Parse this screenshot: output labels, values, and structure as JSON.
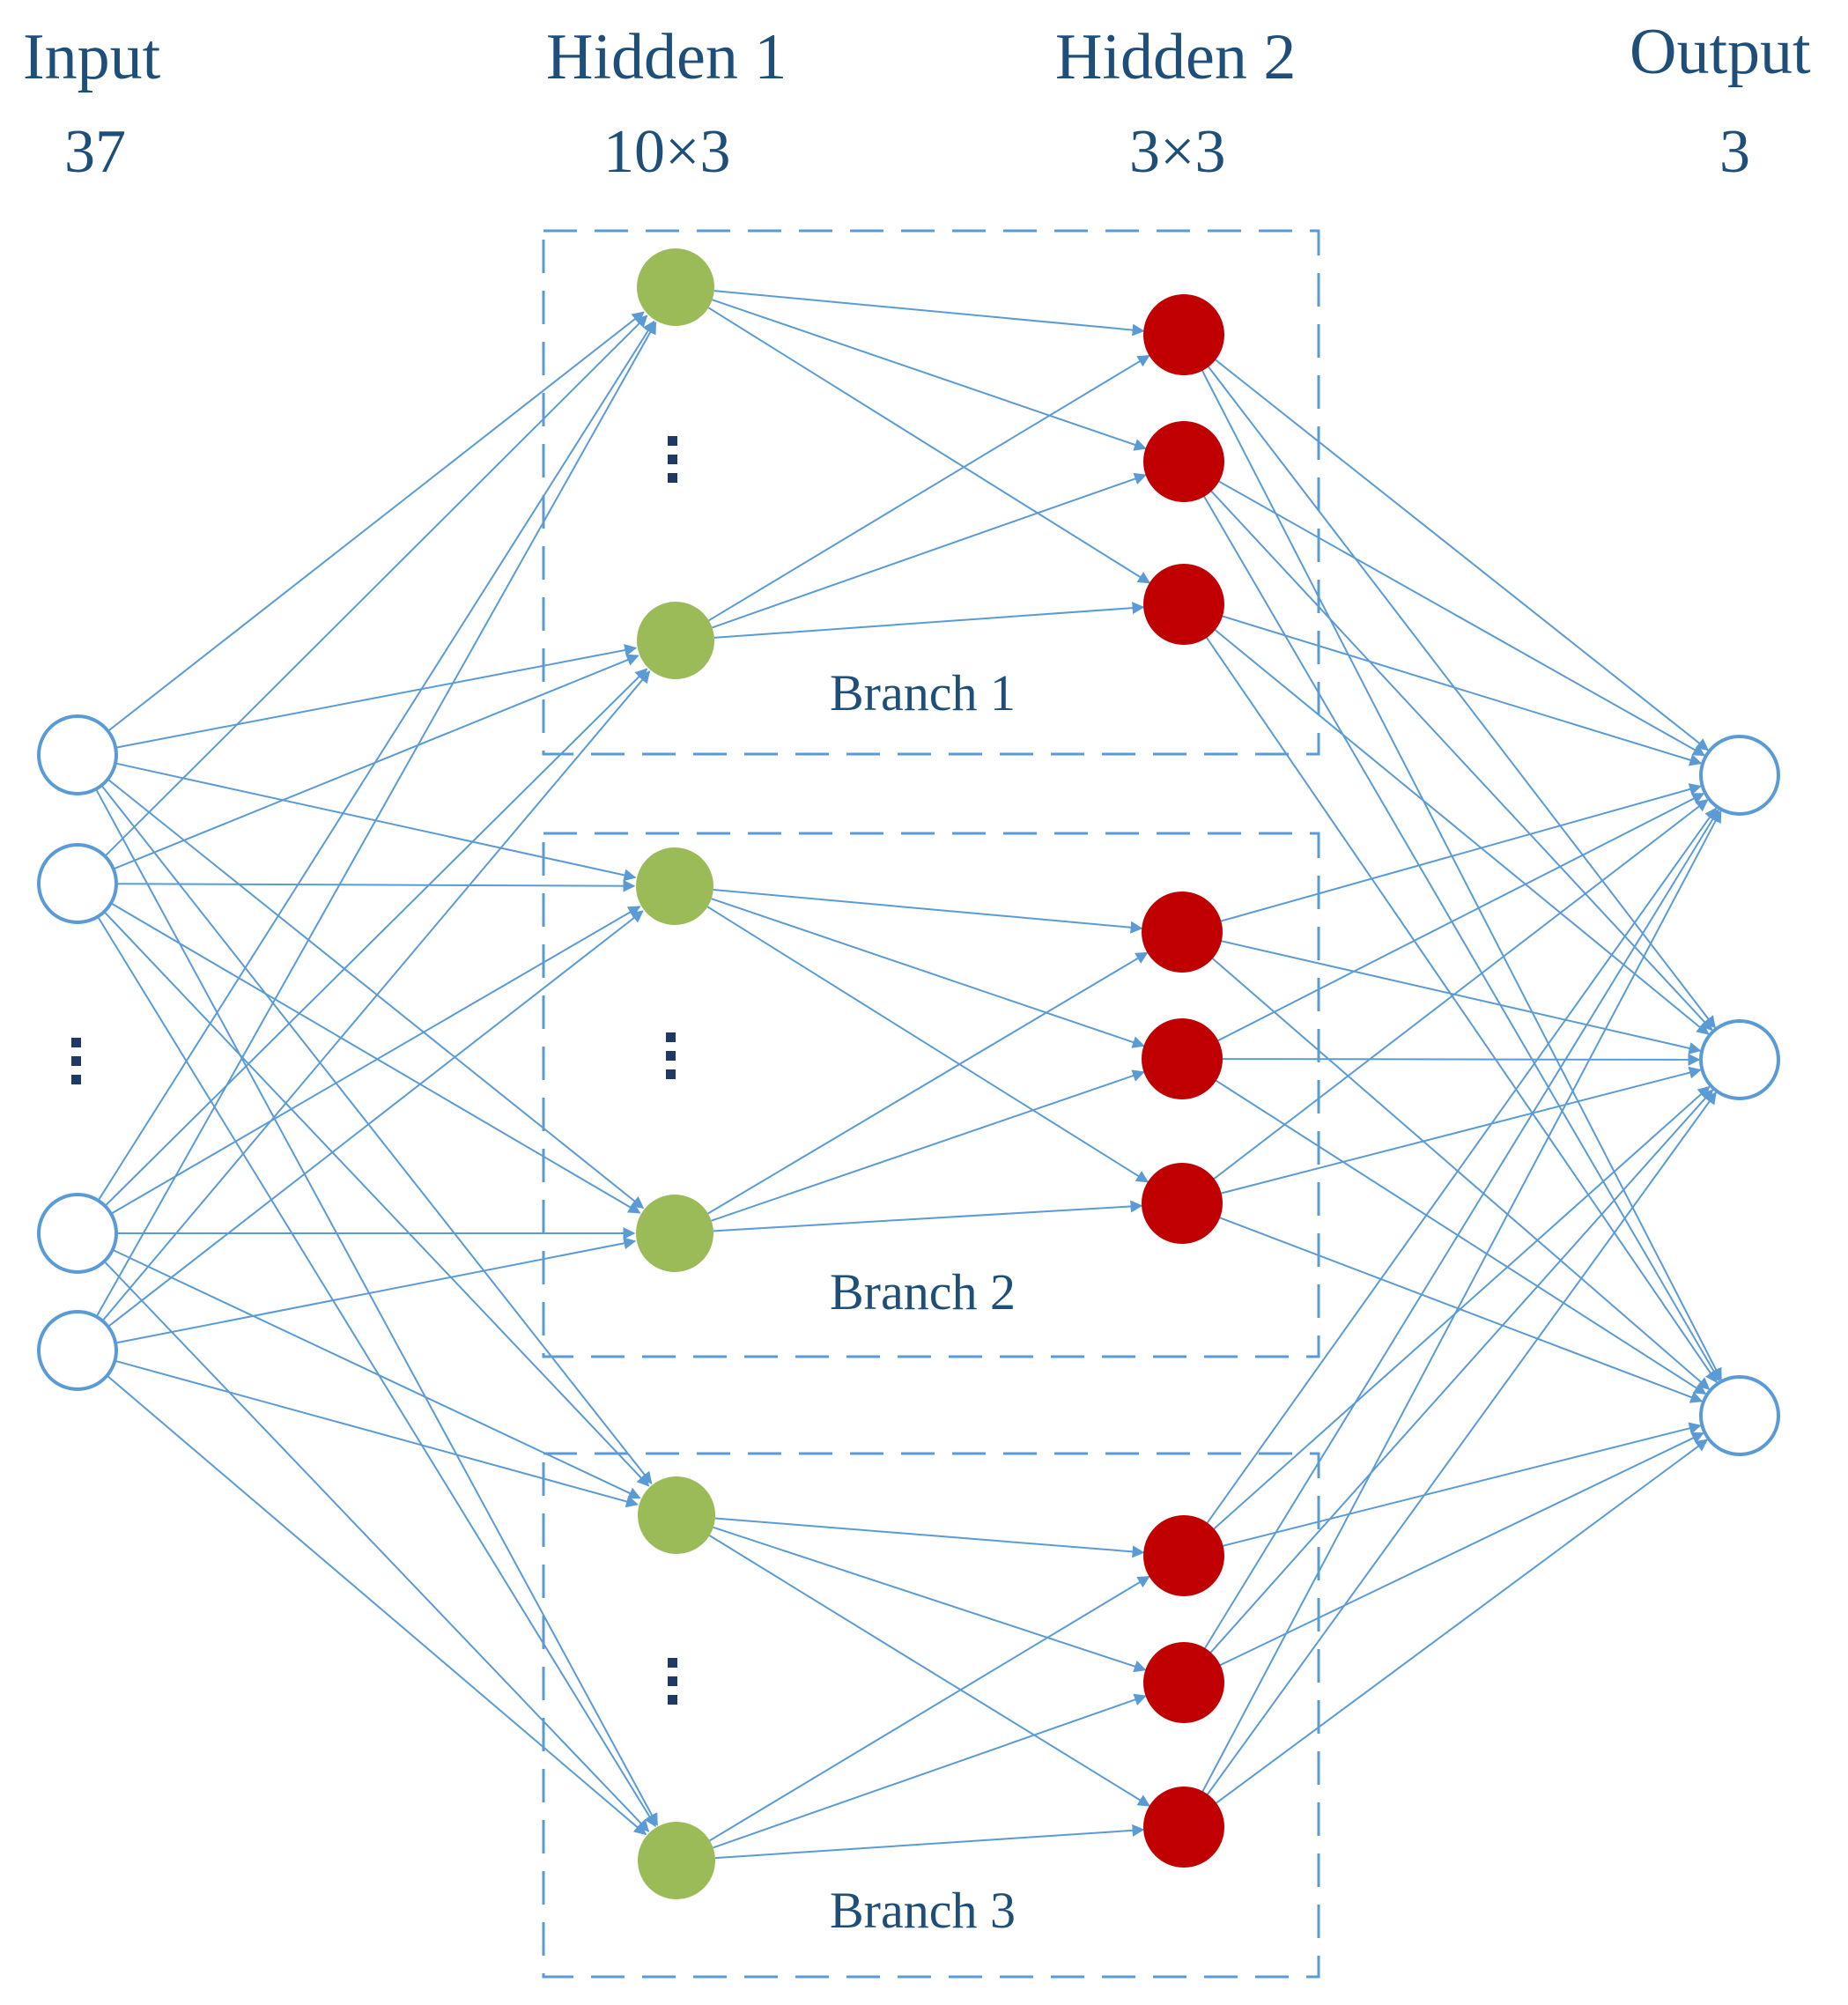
{
  "layers": [
    {
      "name": "Input",
      "count": "37"
    },
    {
      "name": "Hidden 1",
      "count": "10×3"
    },
    {
      "name": "Hidden 2",
      "count": "3×3"
    },
    {
      "name": "Output",
      "count": "3"
    }
  ],
  "branches": [
    {
      "label": "Branch 1"
    },
    {
      "label": "Branch 2"
    },
    {
      "label": "Branch 3"
    }
  ],
  "colors": {
    "edge": "#5b9bd5",
    "box": "#5b9bd5",
    "text": "#1f4e79",
    "hidden1_node": "#9bbb59",
    "hidden2_node": "#c00000",
    "io_node_stroke": "#5b9bd5"
  }
}
